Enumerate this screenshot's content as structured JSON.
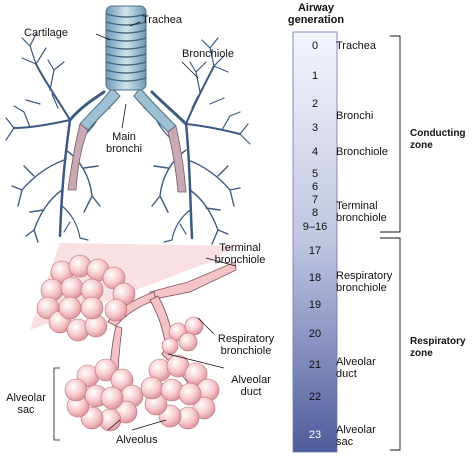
{
  "labels": {
    "trachea": "Trachea",
    "cartilage": "Cartilage",
    "bronchiole": "Bronchiole",
    "main_bronchi": [
      "Main",
      "bronchi"
    ],
    "terminal_bronchiole": [
      "Terminal",
      "bronchiole"
    ],
    "respiratory_bronchiole": [
      "Respiratory",
      "bronchiole"
    ],
    "alveolar_duct": [
      "Alveolar",
      "duct"
    ],
    "alveolar_sac": [
      "Alveolar",
      "sac"
    ],
    "alveolus": "Alveolus"
  },
  "column": {
    "header": [
      "Airway",
      "generation"
    ],
    "generations": [
      "0",
      "1",
      "2",
      "3",
      "4",
      "5",
      "6",
      "7",
      "8",
      "9–16",
      "17",
      "18",
      "19",
      "20",
      "21",
      "22",
      "23"
    ],
    "names": [
      [
        "Trachea"
      ],
      [
        "Bronchi"
      ],
      [
        "Bronchiole"
      ],
      [
        "Terminal",
        "bronchiole"
      ],
      [
        "Respiratory",
        "bronchiole"
      ],
      [
        "Alveolar",
        "duct"
      ],
      [
        "Alveolar",
        "sac"
      ]
    ],
    "zones": {
      "conducting": [
        "Conducting",
        "zone"
      ],
      "respiratory": [
        "Respiratory",
        "zone"
      ]
    },
    "colors": {
      "top": "#f4f5fb",
      "bottom": "#4f5c9c",
      "alveoli": "#f6c7cc",
      "bronchi": "#44628a",
      "trachea": "#8fb4c8"
    }
  }
}
